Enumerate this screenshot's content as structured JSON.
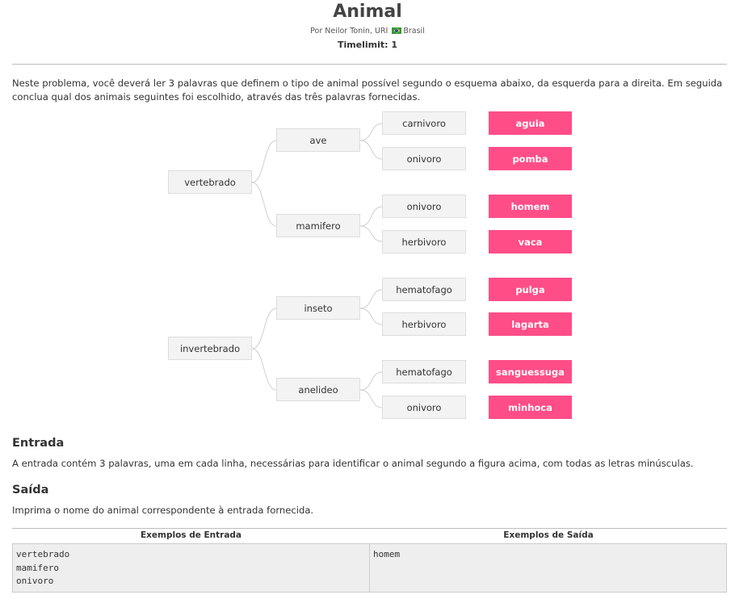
{
  "header": {
    "title": "Animal",
    "author_prefix": "Por Neilor Tonin, URI",
    "country": "Brasil",
    "timelimit": "Timelimit: 1"
  },
  "intro": "Neste problema, você deverá ler 3 palavras que definem o tipo de animal possível segundo o esquema abaixo, da esquerda para a direita.  Em seguida conclua qual dos animais seguintes foi escolhido, através das três palavras fornecidas.",
  "diagram": {
    "root1": "vertebrado",
    "root2": "invertebrado",
    "mid": [
      "ave",
      "mamifero",
      "inseto",
      "anelideo"
    ],
    "diet": [
      "carnivoro",
      "onivoro",
      "onivoro",
      "herbivoro",
      "hematofago",
      "herbivoro",
      "hematofago",
      "onivoro"
    ],
    "animals": [
      "aguia",
      "pomba",
      "homem",
      "vaca",
      "pulga",
      "lagarta",
      "sanguessuga",
      "minhoca"
    ],
    "leaf_color": "#ff4d88"
  },
  "entrada": {
    "heading": "Entrada",
    "text": "A entrada contém 3 palavras, uma em cada linha, necessárias para identificar o animal segundo a figura acima, com todas as letras minúsculas."
  },
  "saida": {
    "heading": "Saída",
    "text": "Imprima o nome do animal correspondente à entrada fornecida."
  },
  "examples": {
    "input_header": "Exemplos de Entrada",
    "output_header": "Exemplos de Saída",
    "input": "vertebrado\nmamifero\nonivoro",
    "output": "homem"
  }
}
